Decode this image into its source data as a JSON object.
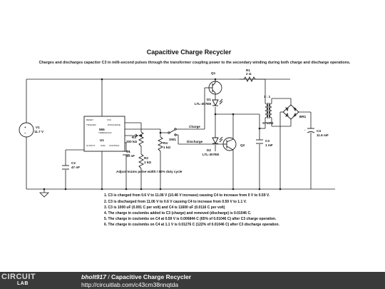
{
  "diagram": {
    "title": "Capacitive Charge Recycler",
    "subtitle": "Charges and discharges capacitor C3 in milli-second pulses through the transformer coupling power to the secondary winding during both charge and discharge operations.",
    "components": {
      "v1": {
        "name": "V1",
        "value": "11.7 V"
      },
      "c2": {
        "name": "C2",
        "value": "47 nF"
      },
      "u1": {
        "name": "U1",
        "part": "555",
        "pins": [
          "RESET",
          "VCC",
          "TRIGGER",
          "DISCHARGE",
          "THRESHOLD",
          "OUTPUT",
          "GND",
          "CONTROL"
        ]
      },
      "r3": {
        "name": "R3",
        "value": "200 kΩ"
      },
      "c1": {
        "name": "C1",
        "value": "10 nF"
      },
      "r2": {
        "name": "R2",
        "value": "1 kΩ"
      },
      "r4": {
        "name": "R4",
        "value": "1 kΩ"
      },
      "sw1": {
        "name": "SW1"
      },
      "q1": {
        "name": "Q1"
      },
      "d1": {
        "name": "D1",
        "part": "LTL-307EE"
      },
      "d2": {
        "name": "D2",
        "part": "LTL-307EE"
      },
      "q2": {
        "name": "Q2"
      },
      "r1": {
        "name": "R1",
        "value": "2 Ω"
      },
      "c3": {
        "name": "C3",
        "value": "1 mF"
      },
      "xfmr1": {
        "name": "XFMR1",
        "ratio": "1 : 1"
      },
      "br1": {
        "name": "BR1"
      },
      "c4": {
        "name": "C4",
        "value": "11.6 mF"
      }
    },
    "labels": {
      "charge": "Charge",
      "discharge": "Discharge",
      "adjust": "Adjust to1ms pulse width / 50% duty cycle"
    },
    "notes": [
      "1. C3 is charged from 0.6 V to 11.06 V (10.46 V increase) causing C4 to increase from 0 V to 0.59 V.",
      "2. C3 is discharged from 11.06 V to 0.6 V causing C4 to increase from 0.59 V to 1.1 V.",
      "3. C3 is 1000 uF (0.001 C per volt) and C4 is 11600 uF (0.0116 C per volt)",
      "4. The charge in coulombs added to C3 (charge) and removed (discharge) is 0.01046 C.",
      "5. The charge in coulombs on C4 at 0.59 V is 0.006844 C (65% of 0.01046 C) after C3 charge operation.",
      "6. The charge in coulombs on C4 at 1.1 V is 0.01276 C (122% of 0.01046 C) after C3 discharge operation."
    ]
  },
  "footer": {
    "logo_top": "CIRCUIT",
    "logo_bottom": "LAB",
    "user": "bholt917",
    "separator": " / ",
    "title": "Capacitive Charge Recycler",
    "url": "http://circuitlab.com/c43cm38nnqtda"
  }
}
